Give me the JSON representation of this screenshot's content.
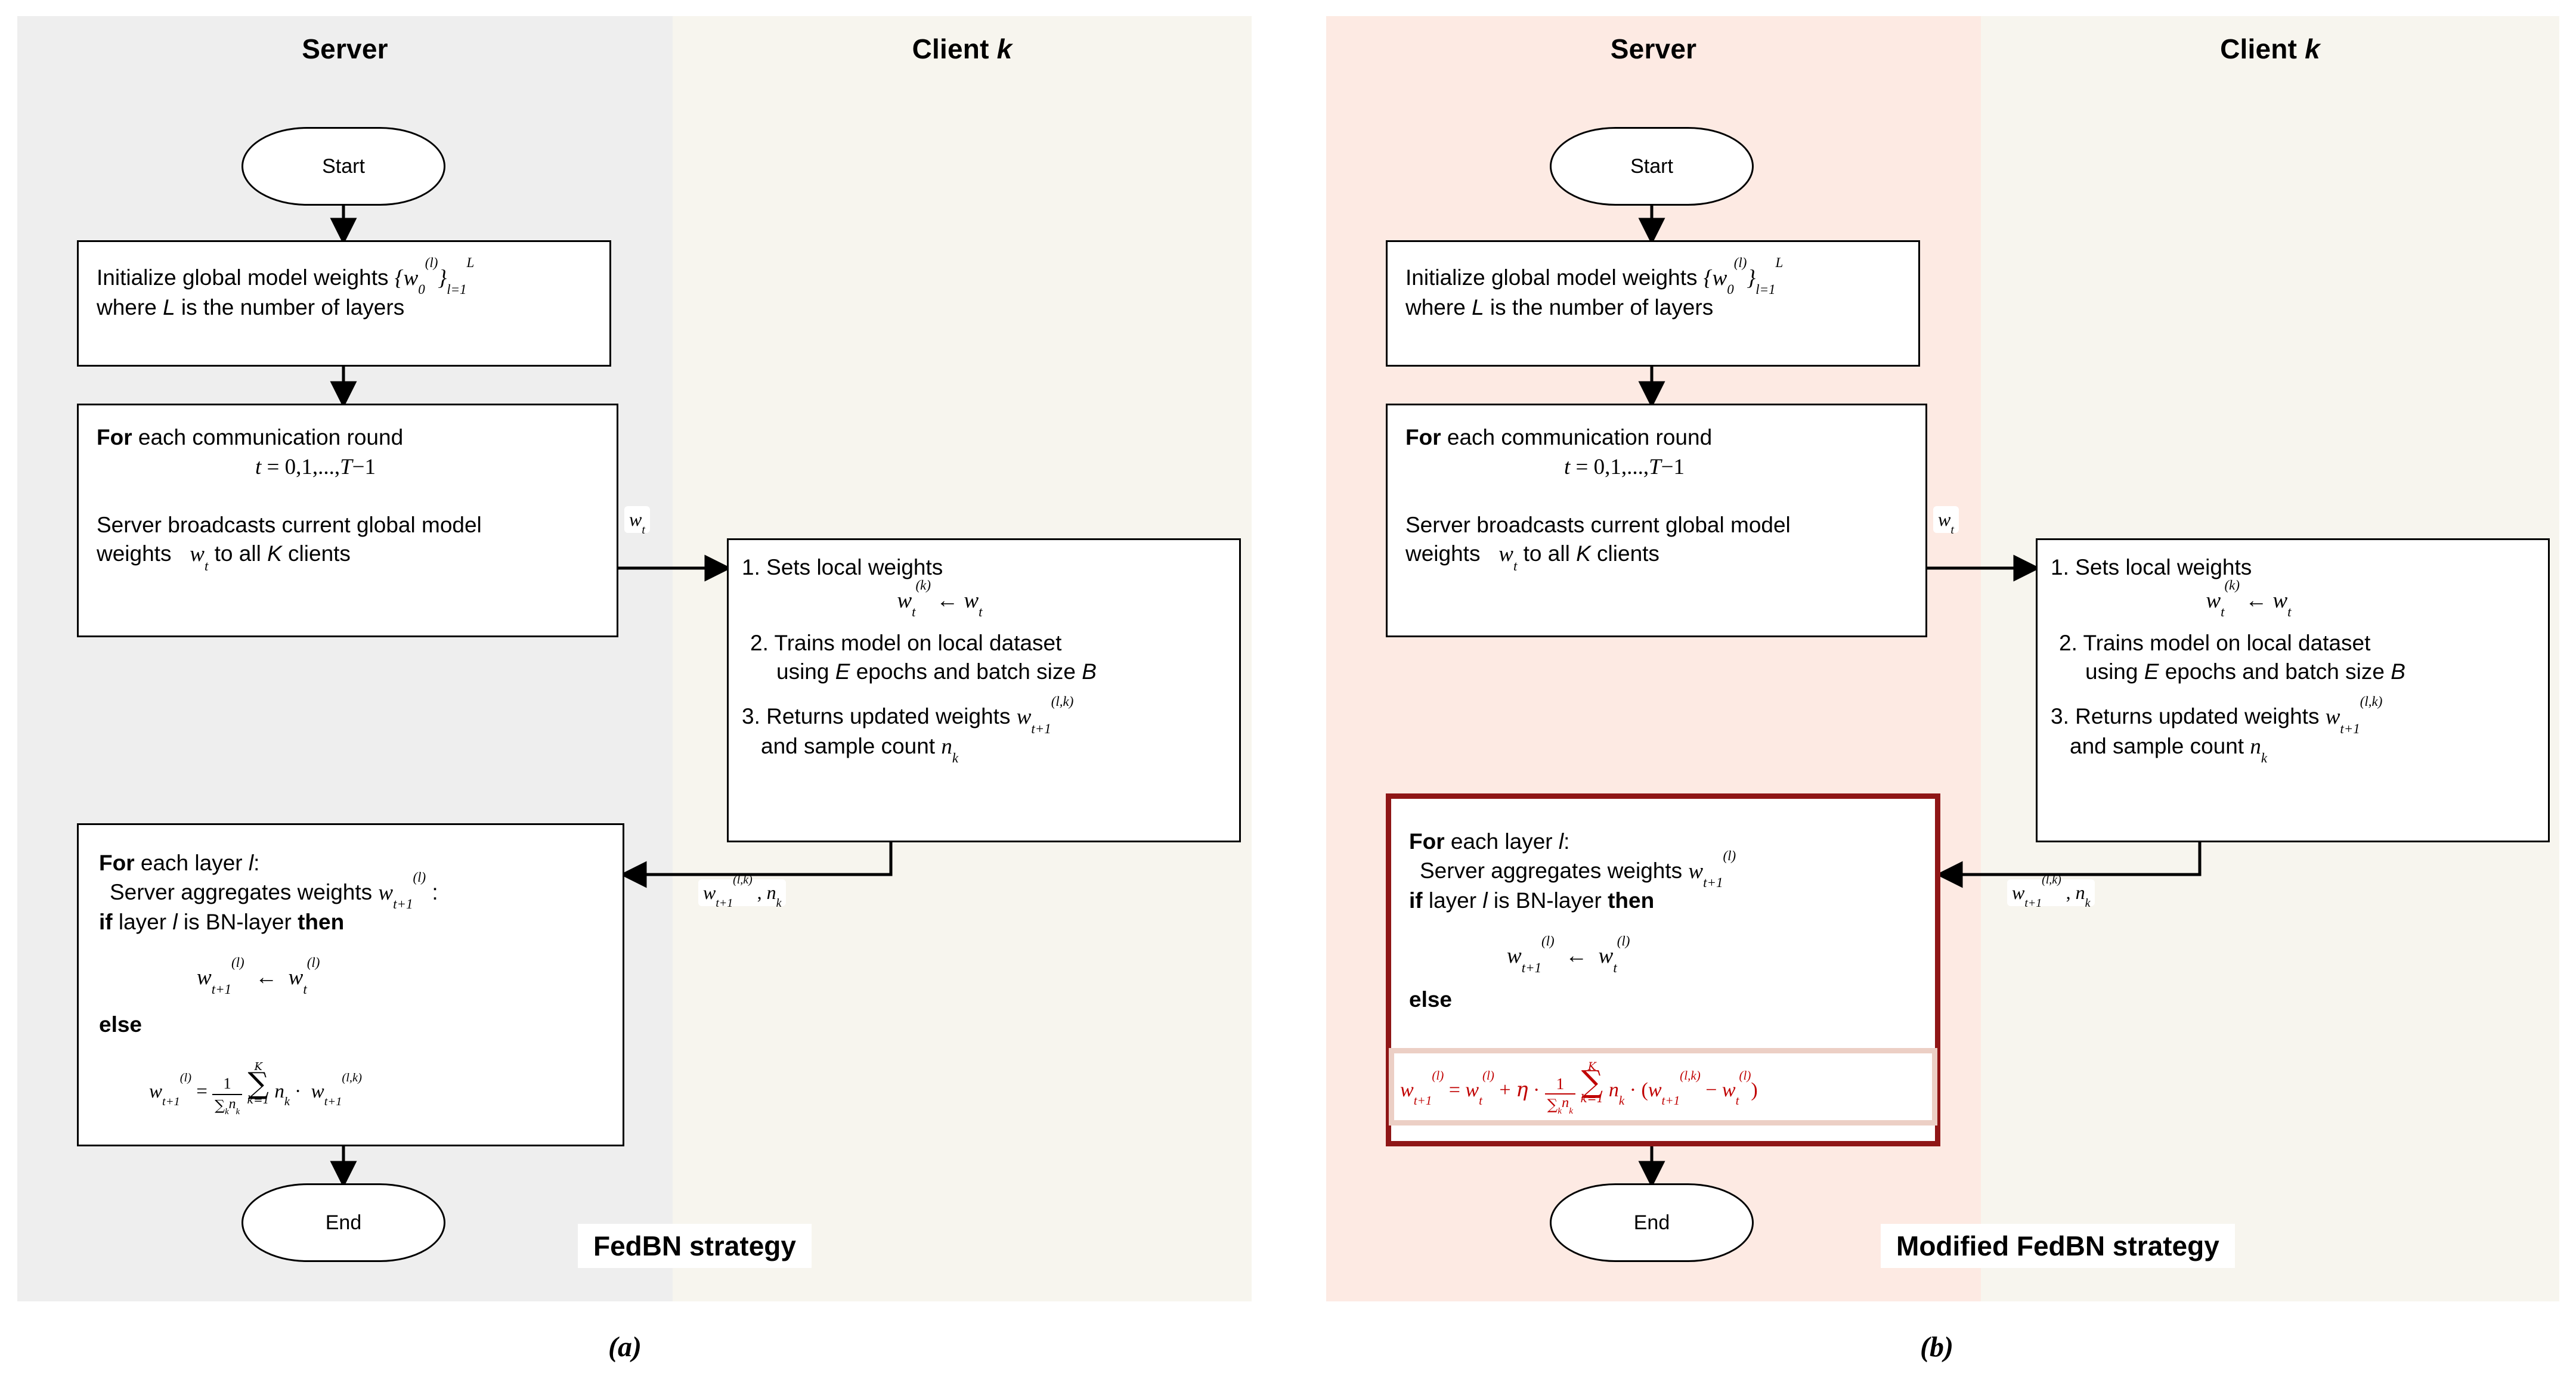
{
  "figure": {
    "caption_a": "(a)",
    "caption_b": "(b)"
  },
  "colors": {
    "lane_server_a": "#eeeeee",
    "lane_client": "#f7f5ee",
    "lane_server_b": "#fdeae3",
    "highlight_border": "#8f1616",
    "highlight_fill": "#eccfc5",
    "equation_red": "#c00000",
    "node_border": "#000000",
    "node_fill": "#ffffff"
  },
  "panels": [
    {
      "id": "a",
      "strategy_tag": "FedBN strategy",
      "lanes": {
        "server": "Server",
        "client_prefix": "Client ",
        "client_symbol": "k"
      },
      "nodes": {
        "start": "Start",
        "end": "End",
        "init": {
          "line1_pre": "Initialize global model weights ",
          "line1_math": "{w₀^(l)}_{l=1}^{L}",
          "line2_pre": "where ",
          "line2_var": "L",
          "line2_post": " is the number of layers"
        },
        "round": {
          "line1_bold": "For",
          "line1_rest": " each communication round",
          "line2_math": "t = 0,1,...,T−1",
          "line3": "Server broadcasts current global model",
          "line4_pre": "weights ",
          "line4_math": "w_t",
          "line4_post": " to all ",
          "line4_var": "K",
          "line4_end": " clients"
        },
        "client": {
          "step1": "1. Sets local weights",
          "step1_math": "w_t^(k) ← w_t",
          "step2_a": "2. Trains model on local dataset",
          "step2_b_pre": "using  ",
          "step2_b_E": "E",
          "step2_b_mid": " epochs and batch size ",
          "step2_b_B": "B",
          "step3_a": "3.  Returns updated weights ",
          "step3_math": "w_{t+1}^{(l,k)}",
          "step3_b_pre": "and sample count ",
          "step3_b_math": "n_k"
        },
        "aggregate": {
          "line1_bold": "For",
          "line1_rest": " each layer ",
          "line1_var": "l",
          "line1_colon": ":",
          "line2_pre": "Server aggregates weights  ",
          "line2_math": "w_{t+1}^{(l)}",
          "line2_post": " :",
          "line3_if": "if",
          "line3_mid": " layer ",
          "line3_var": "l",
          "line3_mid2": " is BN-layer ",
          "line3_then": "then",
          "eq_bn": "w_{t+1}^{(l)} ← w_t^{(l)}",
          "else": "else",
          "eq_avg": "w_{t+1}^{(l)} = 1/Σ_k n_k · Σ_{k=1}^{K} n_k · w_{t+1}^{(l,k)}"
        }
      },
      "edges": {
        "down_label": "w_t",
        "up_label": "w_{t+1}^{(l,k)} , n_k"
      },
      "highlight": null
    },
    {
      "id": "b",
      "strategy_tag": "Modified FedBN strategy",
      "lanes": {
        "server": "Server",
        "client_prefix": "Client ",
        "client_symbol": "k"
      },
      "nodes": {
        "start": "Start",
        "end": "End",
        "init": {
          "line1_pre": "Initialize global model weights ",
          "line1_math": "{w₀^(l)}_{l=1}^{L}",
          "line2_pre": "where ",
          "line2_var": "L",
          "line2_post": " is the number of layers"
        },
        "round": {
          "line1_bold": "For",
          "line1_rest": " each communication round",
          "line2_math": "t = 0,1,...,T−1",
          "line3": "Server broadcasts current global model",
          "line4_pre": "weights ",
          "line4_math": "w_t",
          "line4_post": " to all ",
          "line4_var": "K",
          "line4_end": " clients"
        },
        "client": {
          "step1": "1. Sets local weights",
          "step1_math": "w_t^(k) ← w_t",
          "step2_a": "2. Trains model on local dataset",
          "step2_b_pre": "using  ",
          "step2_b_E": "E",
          "step2_b_mid": " epochs and batch size ",
          "step2_b_B": "B",
          "step3_a": "3.  Returns updated weights ",
          "step3_math": "w_{t+1}^{(l,k)}",
          "step3_b_pre": "and sample count ",
          "step3_b_math": "n_k"
        },
        "aggregate": {
          "line1_bold": "For",
          "line1_rest": " each layer ",
          "line1_var": "l",
          "line1_colon": ":",
          "line2_pre": "Server aggregates weights   ",
          "line2_math": "w_{t+1}^{(l)}",
          "line2_post": "",
          "line3_if": "if",
          "line3_mid": " layer ",
          "line3_var": "l",
          "line3_mid2": " is BN-layer ",
          "line3_then": "then",
          "eq_bn": "w_{t+1}^{(l)} ← w_t^{(l)}",
          "else": "else",
          "eq_modified": "w_{t+1}^{(l)} = w_t^{(l)} + η · (1/Σ_k n_k) Σ_{k=1}^{K} n_k · (w_{t+1}^{(l,k)} − w_t^{(l)})"
        }
      },
      "edges": {
        "down_label": "w_t",
        "up_label": "w_{t+1}^{(l,k)} , n_k"
      },
      "highlight": {
        "equation_boxed": true
      }
    }
  ]
}
